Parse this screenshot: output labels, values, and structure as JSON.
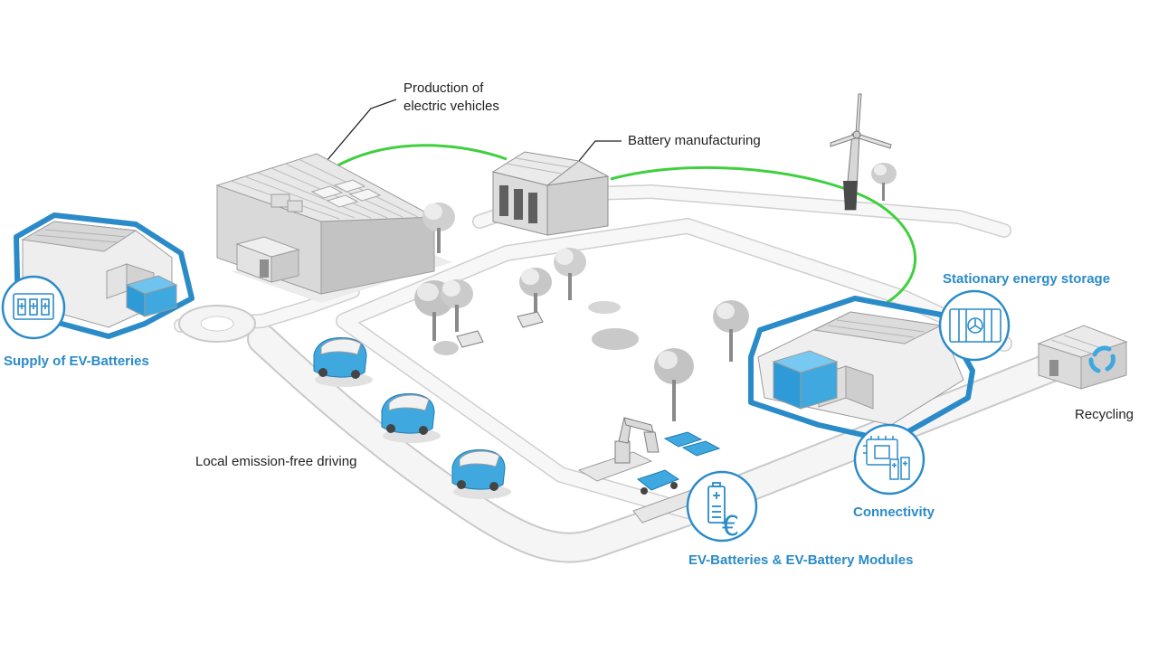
{
  "colors": {
    "accent_blue": "#2a8bc8",
    "battery_blue": "#3ea8df",
    "energy_line_green": "#3fcf3f",
    "building_light": "#e9e9e9",
    "building_mid": "#cfcfcf",
    "building_dark": "#9d9d9d",
    "road": "#f4f4f4",
    "text_dark": "#222222"
  },
  "labels": {
    "production_line1": "Production of",
    "production_line2": "electric vehicles",
    "battery_manufacturing": "Battery manufacturing",
    "supply": "Supply of EV-Batteries",
    "stationary": "Stationary energy storage",
    "recycling": "Recycling",
    "local_driving": "Local emission-free driving",
    "connectivity": "Connectivity",
    "ev_modules": "EV-Batteries & EV-Battery Modules"
  },
  "icons": {
    "supply": "battery-modules-icon",
    "stationary": "storage-container-fan-icon",
    "connectivity": "chip-battery-icon",
    "ev_modules": "battery-euro-icon",
    "recycling": "recycle-arrows-icon"
  }
}
